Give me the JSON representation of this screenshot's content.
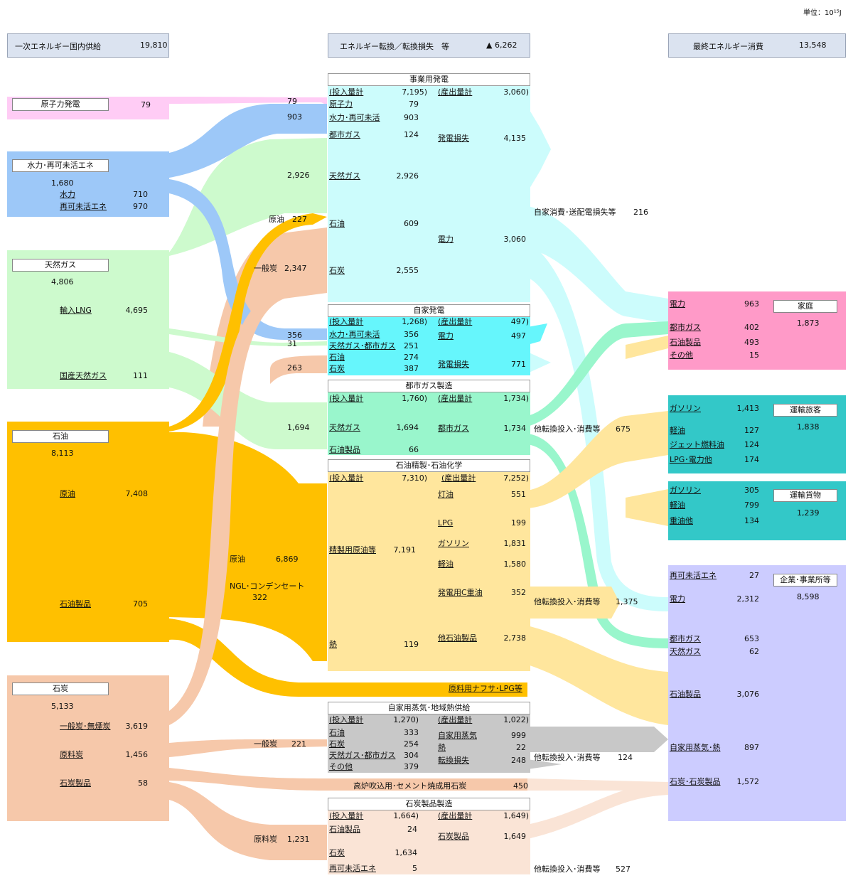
{
  "unit": "単位：10¹⁵J",
  "headers": {
    "supply_label": "一次エネルギー国内供給",
    "supply_value": "19,810",
    "conv_label": "エネルギー転換／転換損失　等",
    "conv_value": "▲ 6,262",
    "final_label": "最終エネルギー消費",
    "final_value": "13,548"
  },
  "sources": {
    "nuclear": {
      "label": "原子力発電",
      "value": "79"
    },
    "hydro": {
      "label": "水力･再可未活エネ",
      "value": "1,680",
      "items": [
        {
          "name": "水力",
          "value": "710"
        },
        {
          "name": "再可未活エネ",
          "value": "970"
        }
      ]
    },
    "gas": {
      "label": "天然ガス",
      "value": "4,806",
      "items": [
        {
          "name": "輸入LNG",
          "value": "4,695"
        },
        {
          "name": "国産天然ガス",
          "value": "111"
        }
      ]
    },
    "oil": {
      "label": "石油",
      "value": "8,113",
      "items": [
        {
          "name": "原油",
          "value": "7,408"
        },
        {
          "name": "石油製品",
          "value": "705"
        }
      ]
    },
    "coal": {
      "label": "石炭",
      "value": "5,133",
      "items": [
        {
          "name": "一般炭･無煙炭",
          "value": "3,619"
        },
        {
          "name": "原料炭",
          "value": "1,456"
        },
        {
          "name": "石炭製品",
          "value": "58"
        }
      ]
    }
  },
  "flow_labels": {
    "n79": "79",
    "h903": "903",
    "g2926": "2,926",
    "crude": "原油",
    "c227": "227",
    "steam_coal": "一般炭",
    "c2347": "2,347",
    "h356": "356",
    "g31": "31",
    "c263": "263",
    "g1694": "1,694",
    "crude2": "原油",
    "c6869": "6,869",
    "ngl": "NGL･コンデンセート",
    "ngl_v": "322",
    "steam_coal2": "一般炭",
    "c221": "221",
    "coking": "原料炭",
    "c1231": "1,231",
    "blast": "高炉吹込用･セメント焼成用石炭",
    "blast_v": "450",
    "naphtha": "原料用ナフサ･LPG等"
  },
  "utility": {
    "title": "事業用発電",
    "in_label": "(投入量計",
    "in_value": "7,195)",
    "out_label": "(産出量計",
    "out_value": "3,060)",
    "inputs": [
      {
        "name": "原子力",
        "value": "79"
      },
      {
        "name": "水力･再可未活",
        "value": "903"
      },
      {
        "name": "都市ガス",
        "value": "124"
      },
      {
        "name": "天然ガス",
        "value": "2,926"
      },
      {
        "name": "石油",
        "value": "609"
      },
      {
        "name": "石炭",
        "value": "2,555"
      }
    ],
    "loss": {
      "name": "発電損失",
      "value": "4,135"
    },
    "power": {
      "name": "電力",
      "value": "3,060"
    },
    "own_use": "自家消費･送配電損失等",
    "own_use_v": "216"
  },
  "autogen": {
    "title": "自家発電",
    "in_label": "(投入量計",
    "in_value": "1,268)",
    "out_label": "(産出量計",
    "out_value": "497)",
    "inputs": [
      {
        "name": "水力･再可未活",
        "value": "356"
      },
      {
        "name": "天然ガス･都市ガス",
        "value": "251"
      },
      {
        "name": "石油",
        "value": "274"
      },
      {
        "name": "石炭",
        "value": "387"
      }
    ],
    "power": {
      "name": "電力",
      "value": "497"
    },
    "loss": {
      "name": "発電損失",
      "value": "771"
    }
  },
  "citygas": {
    "title": "都市ガス製造",
    "in_label": "(投入量計",
    "in_value": "1,760)",
    "out_label": "(産出量計",
    "out_value": "1,734)",
    "inputs": [
      {
        "name": "天然ガス",
        "value": "1,694"
      },
      {
        "name": "石油製品",
        "value": "66"
      }
    ],
    "output": {
      "name": "都市ガス",
      "value": "1,734"
    },
    "other": "他転換投入･消費等",
    "other_v": "675"
  },
  "refinery": {
    "title": "石油精製･石油化学",
    "in_label": "(投入量計",
    "in_value": "7,310)",
    "out_label": "(産出量計",
    "out_value": "7,252)",
    "inputs": [
      {
        "name": "精製用原油等",
        "value": "7,191"
      },
      {
        "name": "熱",
        "value": "119"
      }
    ],
    "outputs": [
      {
        "name": "灯油",
        "value": "551"
      },
      {
        "name": "LPG",
        "value": "199"
      },
      {
        "name": "ガソリン",
        "value": "1,831"
      },
      {
        "name": "軽油",
        "value": "1,580"
      },
      {
        "name": "発電用C重油",
        "value": "352"
      },
      {
        "name": "他石油製品",
        "value": "2,738"
      }
    ],
    "other": "他転換投入･消費等",
    "other_v": "1,375"
  },
  "steam": {
    "title": "自家用蒸気･地域熱供給",
    "in_label": "(投入量計",
    "in_value": "1,270)",
    "out_label": "(産出量計",
    "out_value": "1,022)",
    "inputs": [
      {
        "name": "石油",
        "value": "333"
      },
      {
        "name": "石炭",
        "value": "254"
      },
      {
        "name": "天然ガス･都市ガス",
        "value": "304"
      },
      {
        "name": "その他",
        "value": "379"
      }
    ],
    "outputs": [
      {
        "name": "自家用蒸気",
        "value": "999"
      },
      {
        "name": "熱",
        "value": "22"
      },
      {
        "name": "転換損失",
        "value": "248"
      }
    ],
    "other": "他転換投入･消費等",
    "other_v": "124"
  },
  "coalprod": {
    "title": "石炭製品製造",
    "in_label": "(投入量計",
    "in_value": "1,664)",
    "out_label": "(産出量計",
    "out_value": "1,649)",
    "inputs": [
      {
        "name": "石油製品",
        "value": "24"
      },
      {
        "name": "石炭",
        "value": "1,634"
      },
      {
        "name": "再可未活エネ",
        "value": "5"
      }
    ],
    "output": {
      "name": "石炭製品",
      "value": "1,649"
    },
    "other": "他転換投入･消費等",
    "other_v": "527"
  },
  "final": {
    "household": {
      "label": "家庭",
      "value": "1,873",
      "items": [
        {
          "name": "電力",
          "value": "963"
        },
        {
          "name": "都市ガス",
          "value": "402"
        },
        {
          "name": "石油製品",
          "value": "493"
        },
        {
          "name": "その他",
          "value": "15"
        }
      ]
    },
    "passenger": {
      "label": "運輸旅客",
      "value": "1,838",
      "items": [
        {
          "name": "ガソリン",
          "value": "1,413"
        },
        {
          "name": "軽油",
          "value": "127"
        },
        {
          "name": "ジェット燃料油",
          "value": "124"
        },
        {
          "name": "LPG･電力他",
          "value": "174"
        }
      ]
    },
    "freight": {
      "label": "運輸貨物",
      "value": "1,239",
      "items": [
        {
          "name": "ガソリン",
          "value": "305"
        },
        {
          "name": "軽油",
          "value": "799"
        },
        {
          "name": "重油他",
          "value": "134"
        }
      ]
    },
    "business": {
      "label": "企業･事業所等",
      "value": "8,598",
      "items": [
        {
          "name": "再可未活エネ",
          "value": "27"
        },
        {
          "name": "電力",
          "value": "2,312"
        },
        {
          "name": "都市ガス",
          "value": "653"
        },
        {
          "name": "天然ガス",
          "value": "62"
        },
        {
          "name": "石油製品",
          "value": "3,076"
        },
        {
          "name": "自家用蒸気･熱",
          "value": "897"
        },
        {
          "name": "石炭･石炭製品",
          "value": "1,572"
        }
      ]
    }
  },
  "colors": {
    "nuclear": "#ffccf5",
    "hydro": "#9dc8f8",
    "gas": "#cdfacd",
    "oil": "#ffc000",
    "coal": "#f6c8aa",
    "power": "#ccfcfc",
    "autogen": "#66f6fc",
    "citygas": "#99f6cc",
    "oilprod": "#ffe69d",
    "steam": "#c8c8c8",
    "coalprod": "#fae4d6",
    "household": "#ff9ac8",
    "transport": "#33c8c8",
    "business": "#ccccff",
    "header": "#dbe3f0"
  }
}
